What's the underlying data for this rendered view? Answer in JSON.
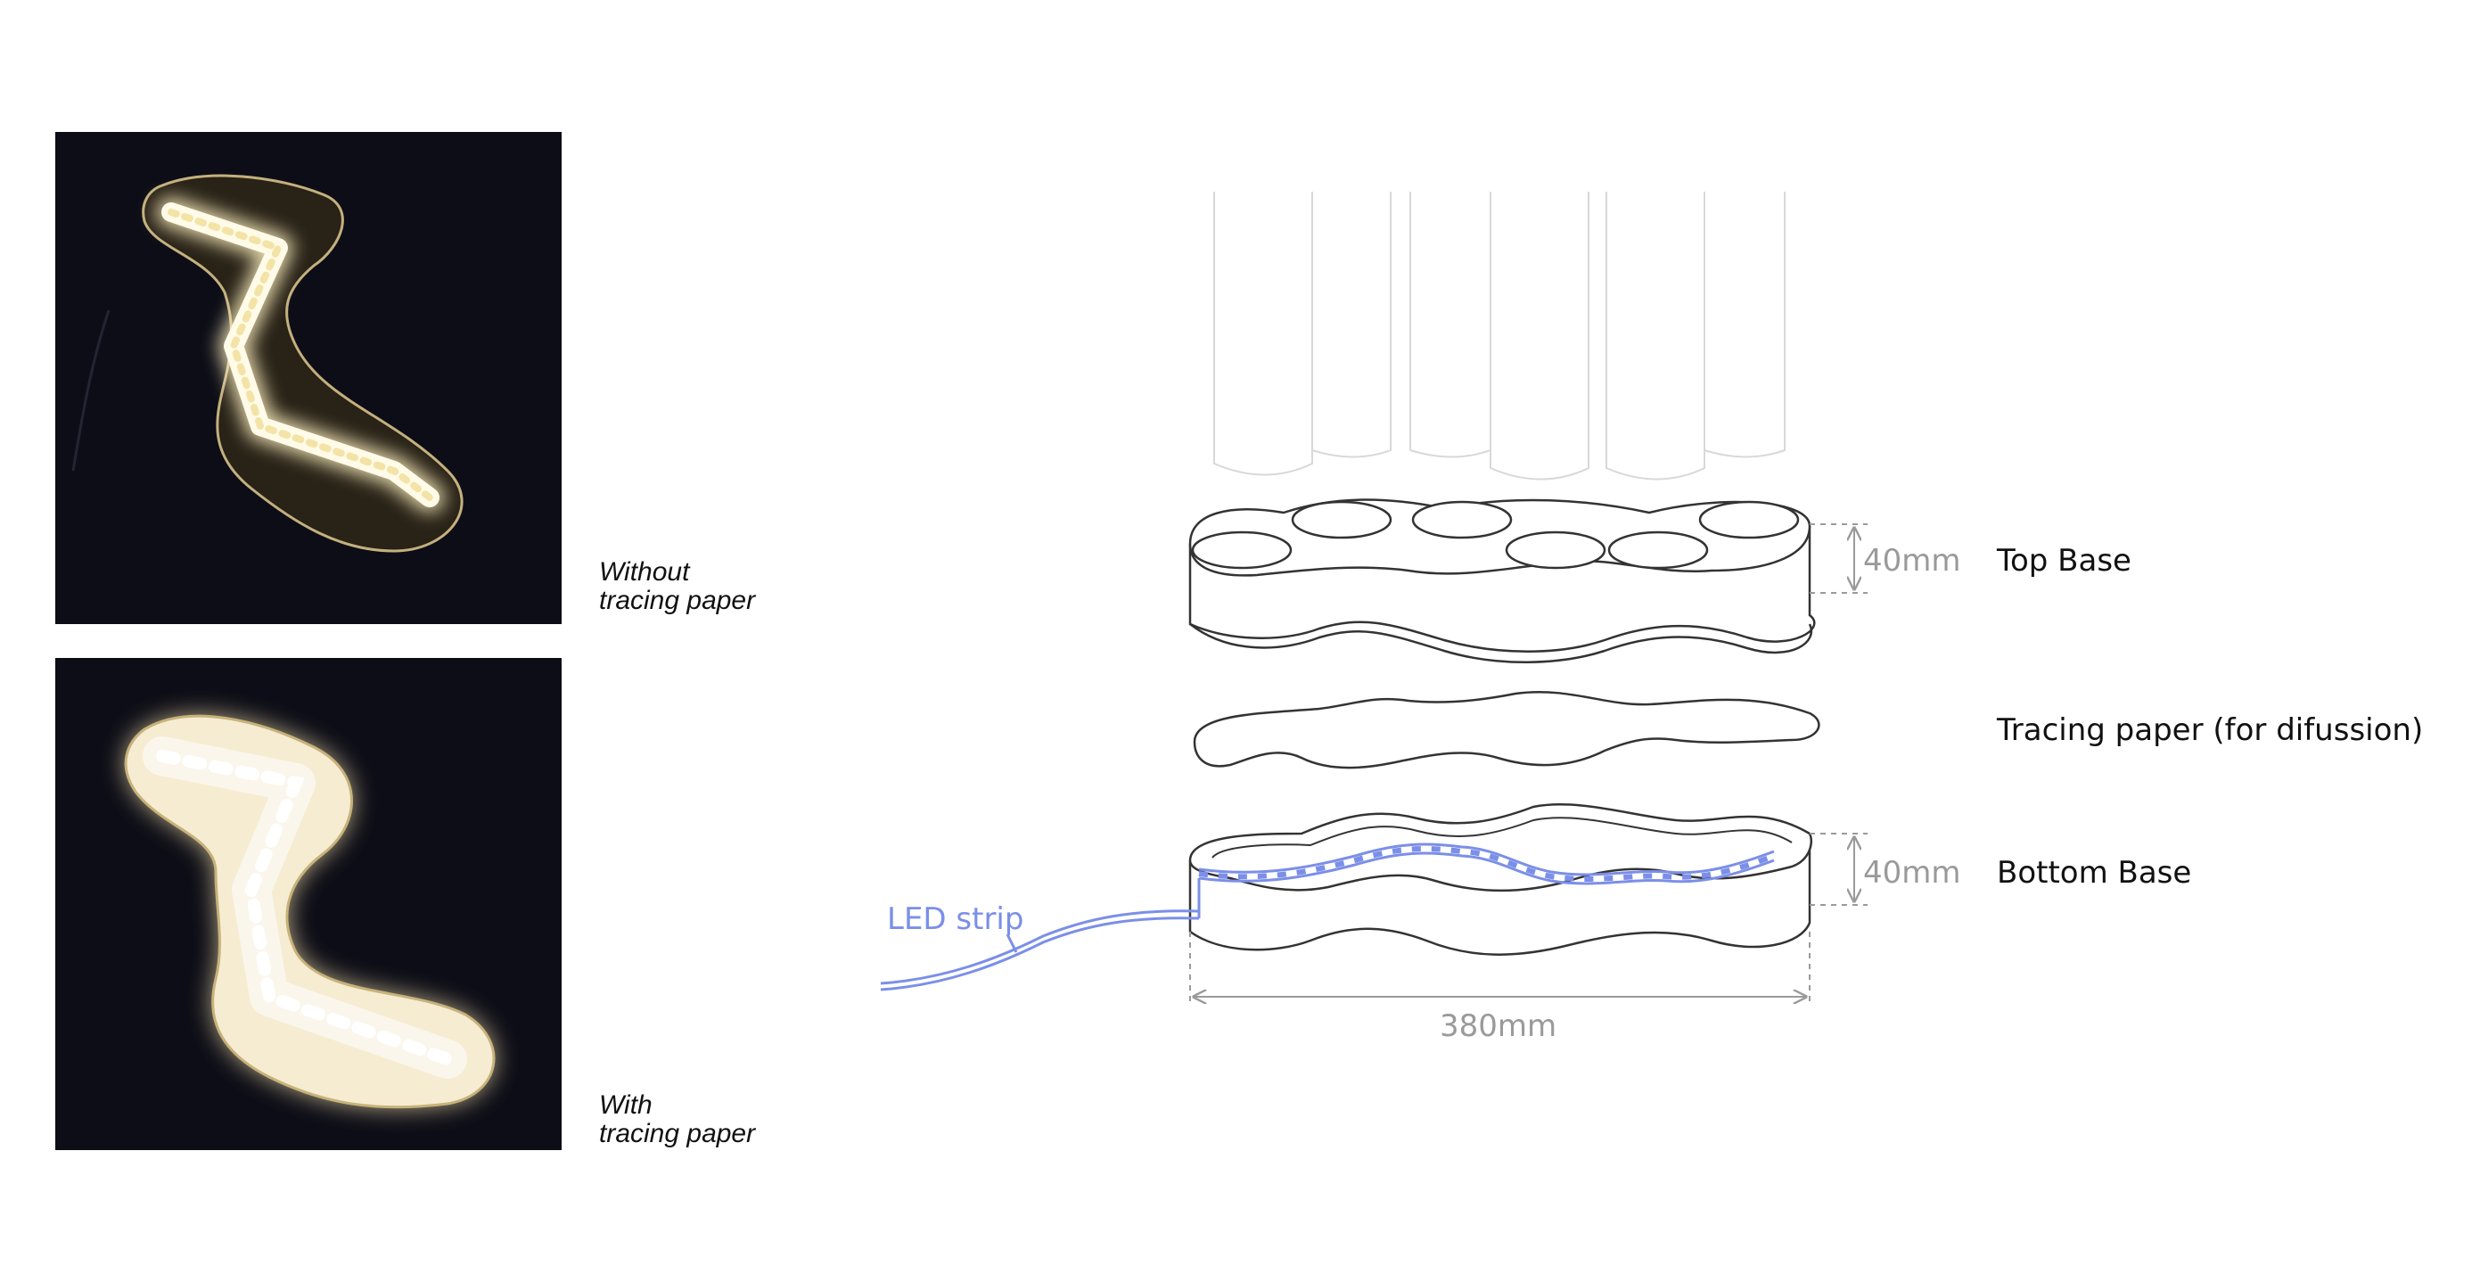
{
  "photos": {
    "top": {
      "caption_line1": "Without",
      "caption_line2": "tracing paper"
    },
    "bottom": {
      "caption_line1": "With",
      "caption_line2": "tracing paper"
    }
  },
  "diagram": {
    "top_base": {
      "label": "Top Base",
      "height": "40mm"
    },
    "tracing_paper": {
      "label": "Tracing paper (for difussion)"
    },
    "bottom_base": {
      "label": "Bottom Base",
      "height": "40mm"
    },
    "led_strip": {
      "label": "LED strip"
    },
    "width_dimension": "380mm"
  },
  "colors": {
    "photo_background": "#0c0d16",
    "led_glow": "#fff4cc",
    "led_accent": "#7b8fe8",
    "dimension_gray": "#9a9a9a",
    "outline": "#333333"
  }
}
